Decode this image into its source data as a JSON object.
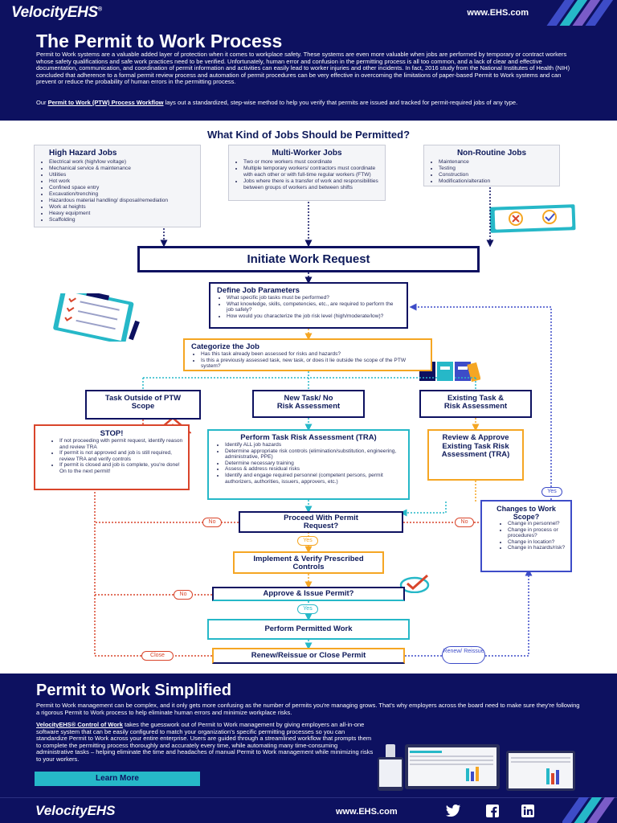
{
  "header": {
    "logo": "VelocityEHS",
    "url": "www.EHS.com"
  },
  "intro": {
    "title": "The Permit to Work Process",
    "paragraph1": "Permit to Work systems are a valuable added layer of protection when it comes to workplace safety. These systems are even more valuable when jobs are performed by temporary or contract workers whose safety qualifications and safe work practices need to be verified. Unfortunately, human error and confusion in the permitting process is all too common, and a lack of clear and effective documentation, communication, and coordination of permit information and activities can easily lead to worker injuries and other incidents. In fact, 2016 study from the National Institutes of Health (NIH) concluded that adherence to a formal permit review process and automation of permit procedures can be very effective in overcoming the limitations of paper-based Permit to Work systems and can prevent or reduce the probability of human errors in the permitting process.",
    "paragraph2_lead": "Our ",
    "paragraph2_link": "Permit to Work (PTW) Process Workflow",
    "paragraph2_rest": " lays out a standardized, step-wise method to help you verify that permits are issued and tracked for permit-required jobs of any type."
  },
  "jobs": {
    "heading": "What Kind of Jobs Should be Permitted?",
    "high_hazard": {
      "title": "High Hazard Jobs",
      "items": [
        "Electrical work (high/low voltage)",
        "Mechanical service & maintenance",
        "Utilities",
        "Hot work",
        "Confined space entry",
        "Excavation/trenching",
        "Hazardous material handling/ disposal/remediation",
        "Work at heights",
        "Heavy equipment",
        "Scaffolding"
      ]
    },
    "multi_worker": {
      "title": "Multi-Worker Jobs",
      "items": [
        "Two or more workers must coordinate",
        "Multiple temporary workers/ contractors must coordinate with each other or with full-time regular workers (FTW)",
        "Jobs where there is a transfer of work and responsibilities between groups of workers and between shifts"
      ]
    },
    "non_routine": {
      "title": "Non-Routine Jobs",
      "items": [
        "Maintenance",
        "Testing",
        "Construction",
        "Modification/alteration"
      ]
    }
  },
  "flow": {
    "initiate": "Initiate Work Request",
    "define": {
      "title": "Define Job Parameters",
      "items": [
        "What specific job tasks must be performed?",
        "What knowledge, skills, competencies, etc., are required to perform the job safely?",
        "How would you characterize the job risk level (high/moderate/low)?"
      ]
    },
    "categorize": {
      "title": "Categorize the Job",
      "items": [
        "Has this task already been assessed for risks and hazards?",
        "Is this a previously assessed task, new task, or does it lie outside the scope of the PTW system?"
      ]
    },
    "outside": "Task Outside of PTW Scope",
    "new_task": "New Task/ No Risk Assessment",
    "existing": "Existing Task & Risk Assessment",
    "stop": {
      "title": "STOP!",
      "items": [
        "If not proceeding with permit request, identify reason and review TRA",
        "If permit is not approved and job is still required, review TRA and verify controls",
        "If permit is closed and job is complete, you're done! On to the next permit!"
      ]
    },
    "tra": {
      "title": "Perform Task Risk Assessment (TRA)",
      "items": [
        "Identify ALL job hazards",
        "Determine appropriate risk controls (elimination/substitution, engineering, administrative, PPE)",
        "Determine necessary training",
        "Assess & address residual risks",
        "Identify and engage required personnel (competent persons, permit authorizers, authorities, issuers, approvers, etc.)"
      ]
    },
    "review": "Review & Approve Existing Task Risk Assessment (TRA)",
    "proceed": "Proceed With Permit Request?",
    "implement": "Implement & Verify Prescribed Controls",
    "approve": "Approve & Issue Permit?",
    "perform": "Perform Permitted Work",
    "renew": "Renew/Reissue or Close Permit",
    "changes": {
      "title": "Changes to Work Scope?",
      "items": [
        "Change in personnel?",
        "Change in process or procedures?",
        "Change in location?",
        "Change in hazards/risk?"
      ]
    },
    "labels": {
      "no": "No",
      "yes": "Yes",
      "close": "Close",
      "renew_reissue": "Renew/ Reissue"
    }
  },
  "bottom": {
    "title": "Permit to Work Simplified",
    "paragraph1": "Permit to Work management can be complex, and it only gets more confusing as the number of permits you're managing grows. That's why employers across the board need to make sure they're following a rigorous Permit to Work process to help eliminate human errors and minimize workplace risks.",
    "paragraph2_link": "VelocityEHS® Control of Work",
    "paragraph2_rest": " takes the guesswork out of Permit to Work management by giving employers an all-in-one software system that can be easily configured to match your organization's specific permitting processes so you can standardize Permit to Work across your entire enterprise. Users are guided through a streamlined workflow that prompts them to complete the permitting process thoroughly and accurately every time, while automating many time-consuming administrative tasks – helping eliminate the time and headaches of manual Permit to Work management while minimizing risks to your workers.",
    "button": "Learn More"
  },
  "footer": {
    "logo": "VelocityEHS",
    "url": "www.EHS.com",
    "social": [
      "twitter-icon",
      "facebook-icon",
      "linkedin-icon"
    ]
  },
  "colors": {
    "navy": "#0d1160",
    "orange": "#f5a623",
    "teal": "#26b8c8",
    "blue": "#3d4cc8",
    "red": "#d9452b"
  }
}
